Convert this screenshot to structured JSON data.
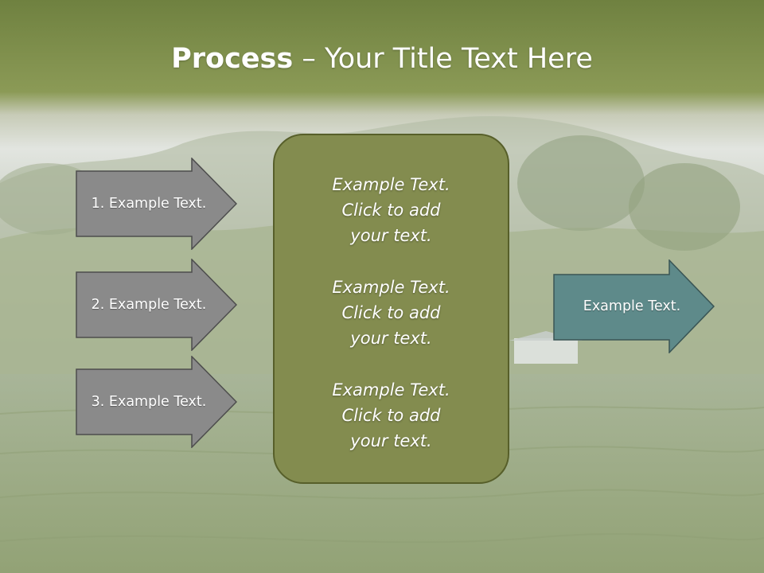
{
  "title": {
    "bold": "Process",
    "rest": " – Your Title Text Here"
  },
  "left_arrows": [
    {
      "label": "1. Example Text."
    },
    {
      "label": "2. Example Text."
    },
    {
      "label": "3. Example Text."
    }
  ],
  "center_box": {
    "paragraphs": [
      "Example Text.\nClick  to add\nyour text.",
      "Example Text.\nClick  to add\nyour text.",
      "Example Text.\nClick  to add\nyour text."
    ]
  },
  "right_arrow": {
    "label": "Example Text."
  },
  "colors": {
    "header_band": "#7f8f4e",
    "left_arrow_fill": "#8a8a8a",
    "center_box_fill": "#838c4f",
    "right_arrow_fill": "#5e8a8a"
  }
}
